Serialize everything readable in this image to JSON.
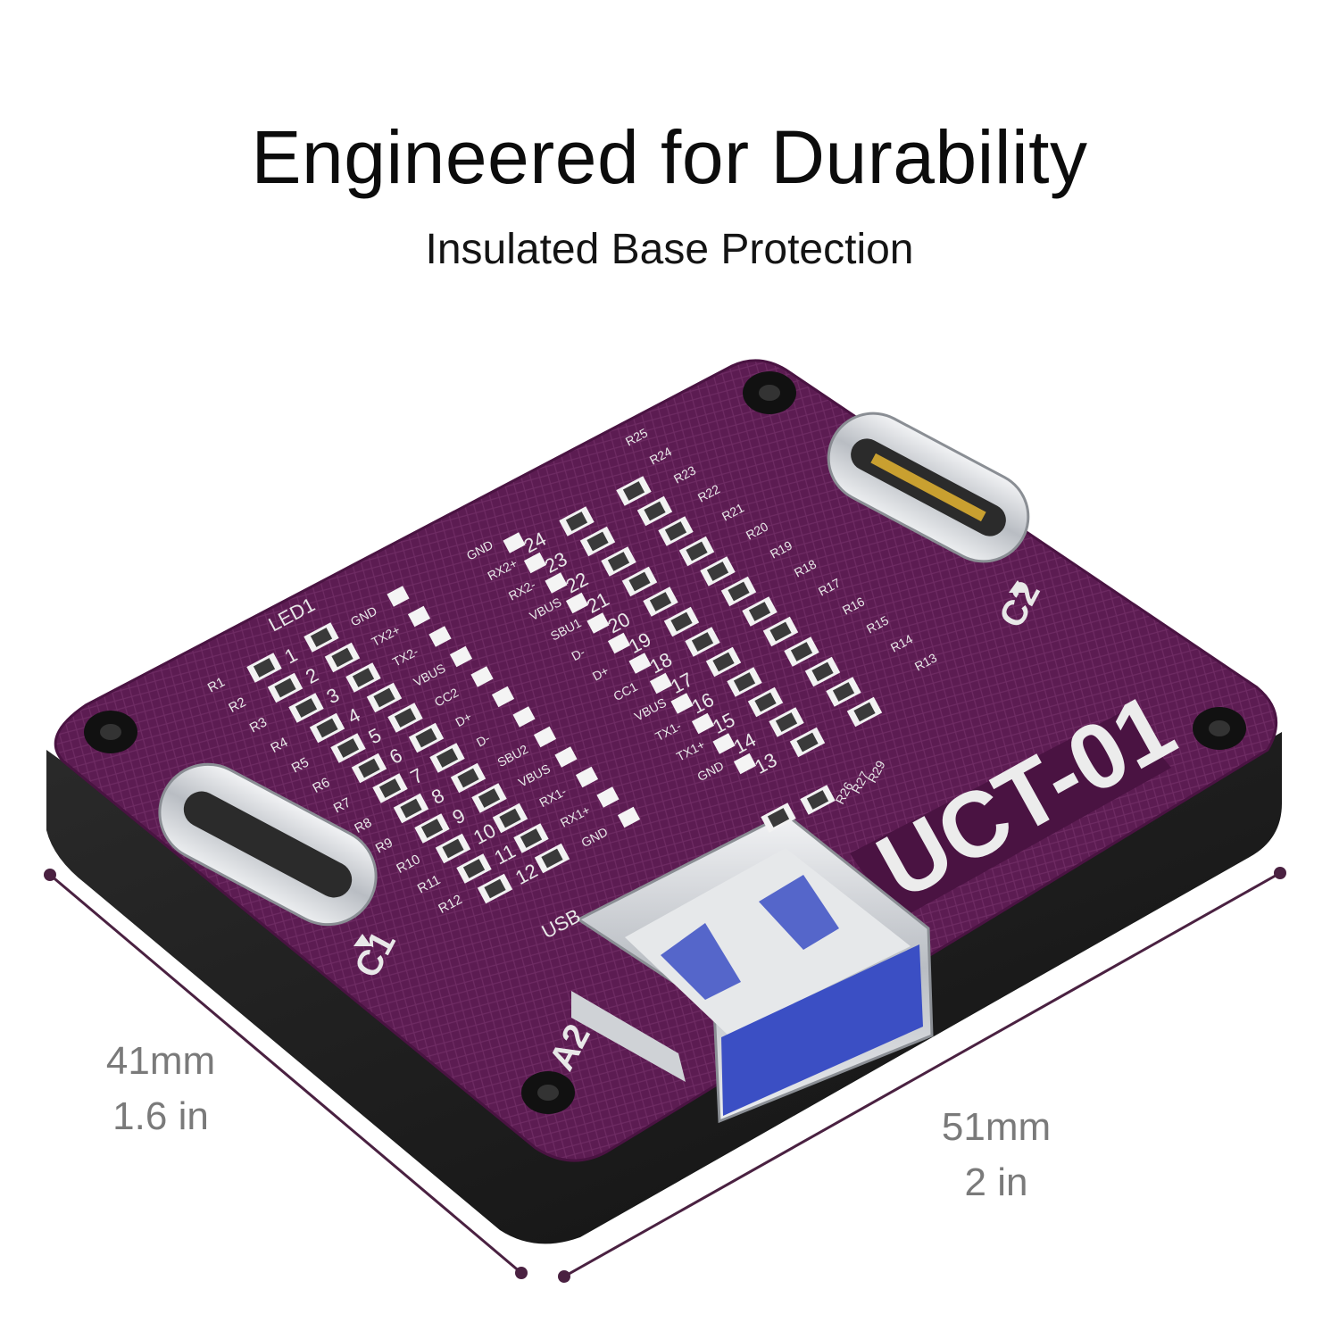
{
  "header": {
    "title": "Engineered for Durability",
    "subtitle": "Insulated Base Protection"
  },
  "dimensions": {
    "width_mm": "41mm",
    "width_in": "1.6 in",
    "length_mm": "51mm",
    "length_in": "2 in"
  },
  "board": {
    "model": "UCT-01",
    "led_label": "LED1",
    "usb_label": "USB",
    "port_c1": "C1",
    "port_c2": "C2",
    "port_a2": "A2",
    "left_signals": [
      "GND",
      "TX2+",
      "TX2-",
      "VBUS",
      "CC2",
      "D+",
      "D-",
      "SBU2",
      "VBUS",
      "RX1-",
      "RX1+",
      "GND"
    ],
    "right_signals": [
      "GND",
      "RX2+",
      "RX2-",
      "VBUS",
      "SBU1",
      "D-",
      "D+",
      "CC1",
      "VBUS",
      "TX1-",
      "TX1+",
      "GND"
    ],
    "left_numbers": [
      "1",
      "2",
      "3",
      "4",
      "5",
      "6",
      "7",
      "8",
      "9",
      "10",
      "11",
      "12"
    ],
    "right_numbers": [
      "24",
      "23",
      "22",
      "21",
      "20",
      "19",
      "18",
      "17",
      "16",
      "15",
      "14",
      "13"
    ],
    "left_resistors": [
      "R1",
      "R2",
      "R3",
      "R4",
      "R5",
      "R6",
      "R7",
      "R8",
      "R9",
      "R10",
      "R11",
      "R12"
    ],
    "right_resistors": [
      "R25",
      "R24",
      "R23",
      "R22",
      "R21",
      "R20",
      "R19",
      "R18",
      "R17",
      "R16",
      "R15",
      "R14",
      "R13"
    ],
    "extra_resistors": [
      "R26",
      "R27",
      "R29"
    ],
    "colors": {
      "pcb": "#5c1c52",
      "pcb_dark": "#4a1342",
      "base": "#1c1c1c",
      "connector_blue": "#3b4fc4",
      "metal": "#d9dce0"
    }
  }
}
